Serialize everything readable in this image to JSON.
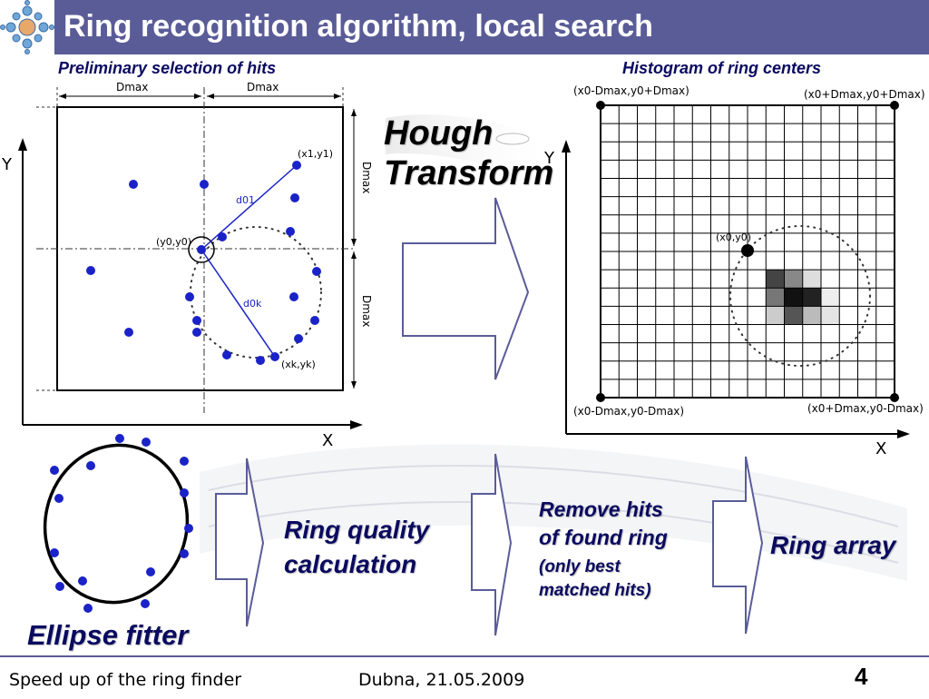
{
  "slide": {
    "title": "Ring recognition algorithm, local search",
    "page_number": "4"
  },
  "colors": {
    "title_bar": "#5a5c98",
    "hit_dot": "#1a22c8",
    "label_text": "#0a0a60"
  },
  "left_figure": {
    "heading": "Preliminary selection of hits",
    "label_dmax_top_left": "Dmax",
    "label_dmax_top_right": "Dmax",
    "label_dmax_side_top": "Dmax",
    "label_dmax_side_bottom": "Dmax",
    "axis_y": "Y",
    "axis_x": "X",
    "label_center": "(y0,y0)",
    "label_first_hit": "(x1,y1)",
    "label_last_hit": "(xk,yk)",
    "label_d01": "d01",
    "label_d0k": "d0k"
  },
  "right_figure": {
    "heading": "Histogram of ring centers",
    "corner_top_left": "(x0-Dmax,y0+Dmax)",
    "corner_top_right": "(x0+Dmax,y0+Dmax)",
    "corner_bottom_left": "(x0-Dmax,y0-Dmax)",
    "corner_bottom_right": "(x0+Dmax,y0-Dmax)",
    "label_center": "(x0,y0)",
    "axis_y": "Y",
    "axis_x": "X"
  },
  "flow": {
    "hough_line1": "Hough",
    "hough_line2": "Transform",
    "quality_line1": "Ring quality",
    "quality_line2": "calculation",
    "remove_line1": "Remove hits",
    "remove_line2": "of found ring",
    "remove_line3": "(only best",
    "remove_line4": "matched hits)",
    "ring_array": "Ring array",
    "ellipse_fitter": "Ellipse fitter"
  },
  "footer": {
    "left": "Speed up of the ring finder",
    "middle": "Dubna, 21.05.2009"
  },
  "icons": {
    "logo": "crystal-logo-icon",
    "arrows": "block-arrow-icon"
  }
}
